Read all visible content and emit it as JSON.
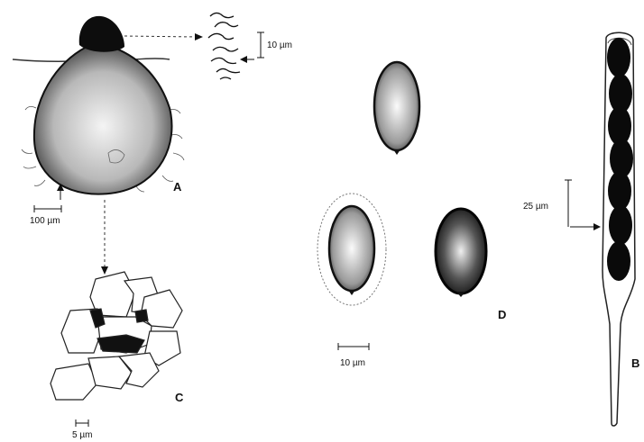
{
  "figure": {
    "panels": {
      "a": "A",
      "b": "B",
      "c": "C",
      "d": "D"
    },
    "scale_bars": {
      "peridium_cells": "5 µm",
      "ascospores": "10 µm",
      "ascomata": "100 µm",
      "hyphae": "10 µm",
      "ascus": "25 µm"
    },
    "colors": {
      "ink": "#111111",
      "paper": "#ffffff"
    }
  }
}
